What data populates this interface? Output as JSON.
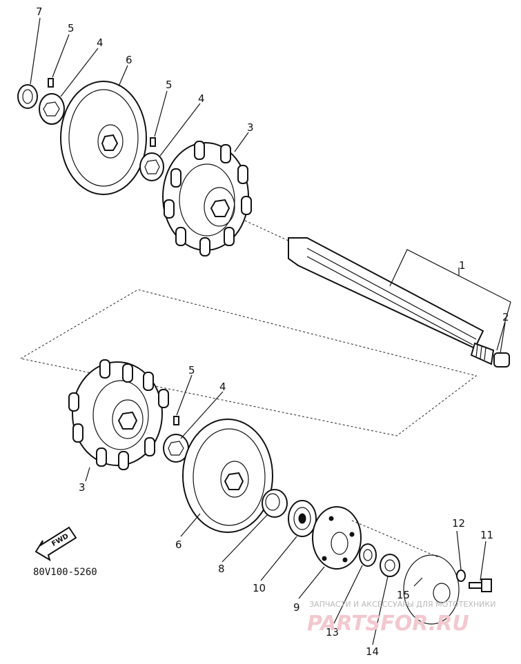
{
  "diagram": {
    "part_numbers": [
      "1",
      "2",
      "3",
      "3",
      "4",
      "4",
      "4",
      "5",
      "5",
      "5",
      "6",
      "6",
      "7",
      "8",
      "9",
      "10",
      "11",
      "12",
      "13",
      "14",
      "15"
    ],
    "drawing_code": "80V100-5260",
    "fwd_label": "FWD",
    "watermark": {
      "line1": "ЗАПЧАСТИ И АКСЕССУАРЫ ДЛЯ МОТОТЕХНИКИ",
      "line2": "PARTSFOR.RU"
    },
    "colors": {
      "line": "#111111",
      "watermark": "#f2c8cf"
    }
  }
}
